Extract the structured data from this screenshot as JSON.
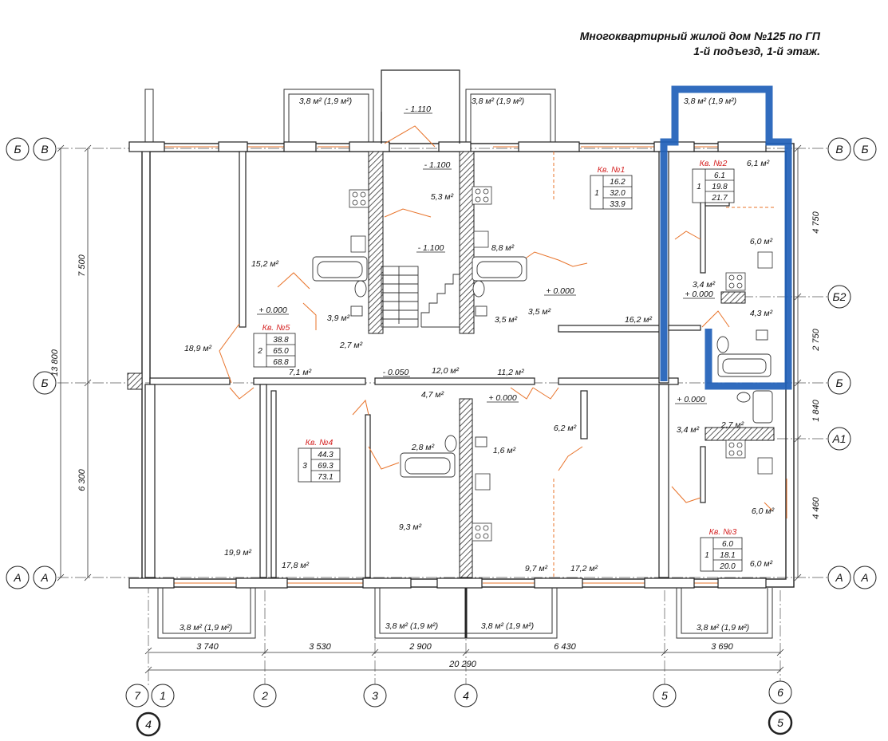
{
  "header": {
    "title": "Многоквартирный жилой дом №125 по ГП",
    "subtitle": "1-й подъезд, 1-й этаж."
  },
  "colors": {
    "wall": "#222222",
    "door_swing": "#e8732a",
    "highlight": "#1f5fb8",
    "apartment_label": "#d42020",
    "dimension": "#333333"
  },
  "axes": {
    "left": [
      "Б",
      "В",
      "Б",
      "А",
      "А"
    ],
    "right": [
      "В",
      "Б",
      "Б2",
      "Б",
      "А1",
      "А",
      "А"
    ],
    "bottom": [
      "7",
      "1",
      "2",
      "3",
      "4",
      "5",
      "6"
    ],
    "bottom_extra": [
      "4",
      "5"
    ]
  },
  "dimensions": {
    "horizontal": [
      "3 740",
      "3 530",
      "2 900",
      "6 430",
      "3 690"
    ],
    "total": "20 290",
    "left_overall": "13 800",
    "left_parts": [
      "7 500",
      "6 300"
    ],
    "right_parts": [
      "4 750",
      "2 750",
      "1 840",
      "4 460"
    ]
  },
  "levels": [
    "- 1.110",
    "- 1.100",
    "- 1.100",
    "+ 0.000",
    "+ 0.000",
    "- 0.050",
    "+ 0.000",
    "+ 0.000",
    "+ 0.000"
  ],
  "balconies": [
    "3,8 м² (1,9 м²)",
    "3,8 м² (1,9 м²)",
    "3,8 м² (1,9 м²)",
    "3,8 м² (1,9 м²)",
    "3,8 м² (1,9 м²)",
    "3,8 м² (1,9 м²)",
    "3,8 м² (1,9 м²)"
  ],
  "rooms": [
    "15,2 м²",
    "18,9 м²",
    "3,9 м²",
    "2,7 м²",
    "7,1 м²",
    "5,3 м²",
    "8,8 м²",
    "3,5 м²",
    "3,5 м²",
    "16,2 м²",
    "12,0 м²",
    "11,2 м²",
    "4,7 м²",
    "6,2 м²",
    "2,8 м²",
    "1,6 м²",
    "9,3 м²",
    "19,9 м²",
    "17,8 м²",
    "9,7 м²",
    "17,2 м²",
    "6,1 м²",
    "6,0 м²",
    "3,4 м²",
    "4,3 м²",
    "3,4 м²",
    "2,7 м²",
    "6,0 м²",
    "6,0 м²"
  ],
  "apartments": [
    {
      "name": "Кв. №1",
      "rooms": "1",
      "areas": [
        "16.2",
        "32.0",
        "33.9"
      ]
    },
    {
      "name": "Кв. №2",
      "rooms": "1",
      "areas": [
        "6.1",
        "19.8",
        "21.7"
      ]
    },
    {
      "name": "Кв. №5",
      "rooms": "2",
      "areas": [
        "38.8",
        "65.0",
        "68.8"
      ]
    },
    {
      "name": "Кв. №4",
      "rooms": "3",
      "areas": [
        "44.3",
        "69.3",
        "73.1"
      ]
    },
    {
      "name": "Кв. №3",
      "rooms": "1",
      "areas": [
        "6.0",
        "18.1",
        "20.0"
      ]
    }
  ]
}
